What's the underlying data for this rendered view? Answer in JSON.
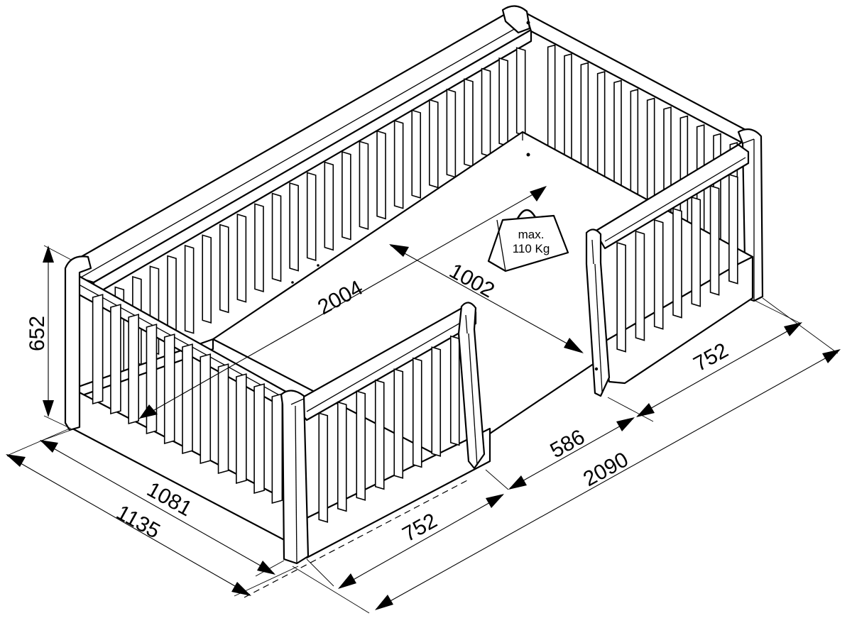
{
  "diagram": {
    "dimensions": {
      "height": "652",
      "inner_length": "2004",
      "inner_width": "1002",
      "outer_length": "2090",
      "inner_head_width": "1081",
      "outer_head_width": "1135",
      "front_rail_length": "752",
      "back_rail_length": "752",
      "opening_width": "586"
    },
    "weight_label": {
      "line1": "max.",
      "line2": "110 Kg"
    },
    "colors": {
      "line": "#000000",
      "background": "#ffffff"
    }
  }
}
